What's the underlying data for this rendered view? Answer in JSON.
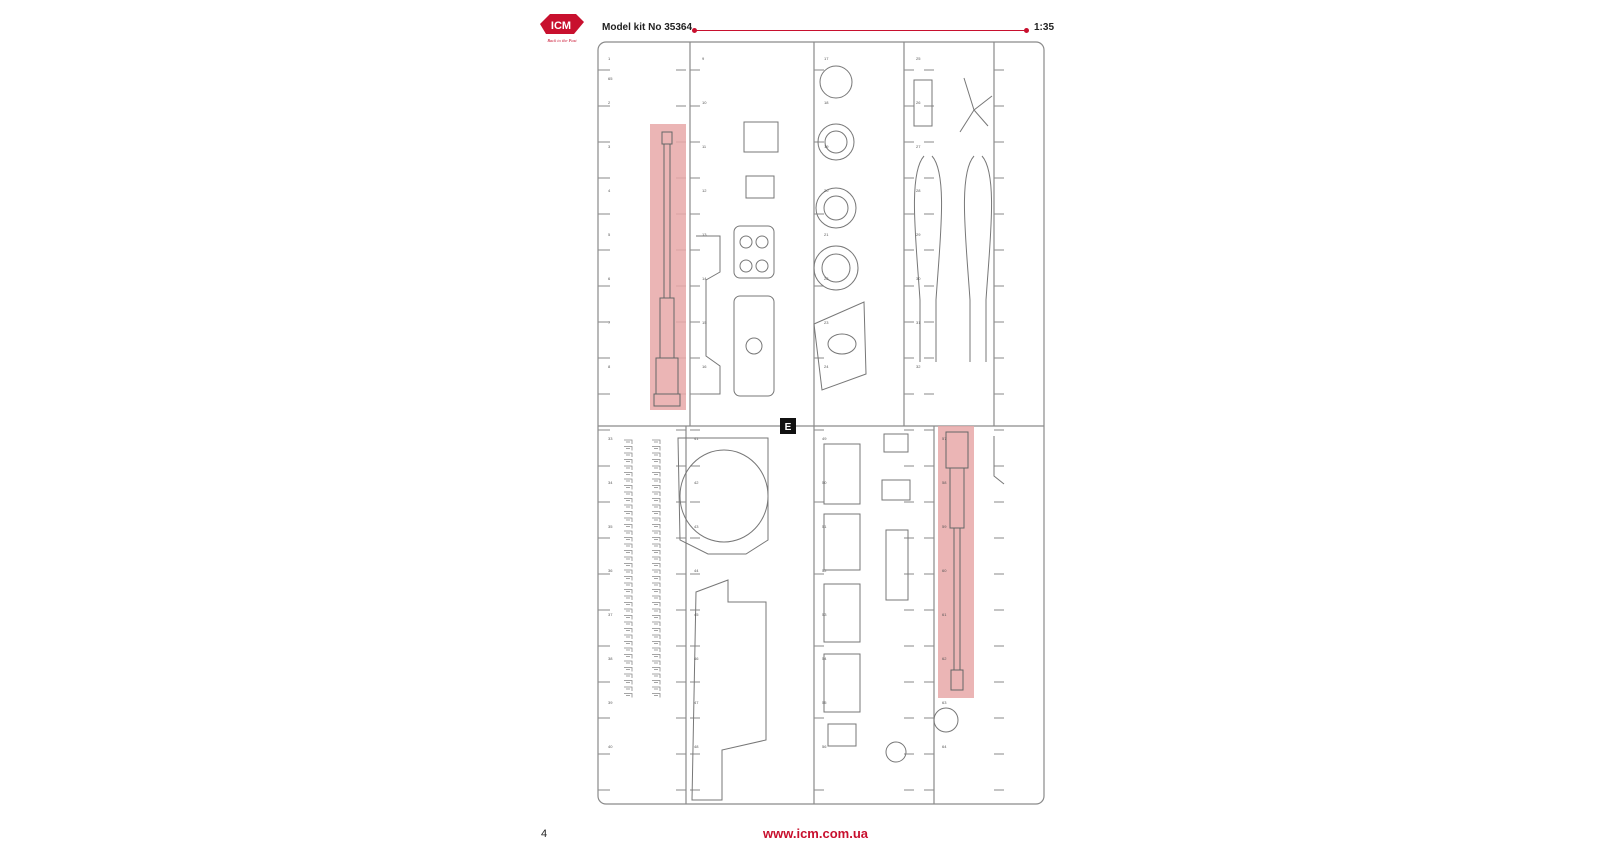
{
  "header": {
    "logo_text": "ICM",
    "logo_tagline": "Back to the Past",
    "kit_title": "Model kit No 35364",
    "scale": "1:35"
  },
  "sprue": {
    "label": "E",
    "part_numbers": [
      "1",
      "2",
      "3",
      "4",
      "5",
      "6",
      "7",
      "8",
      "9",
      "10",
      "11",
      "12",
      "13",
      "14",
      "15",
      "16",
      "17",
      "18",
      "19",
      "20",
      "21",
      "22",
      "23",
      "24",
      "25",
      "26",
      "27",
      "28",
      "29",
      "30",
      "31",
      "32",
      "33",
      "34",
      "35",
      "36",
      "37",
      "38",
      "39",
      "40",
      "41",
      "42",
      "43",
      "44",
      "45",
      "46",
      "47",
      "48",
      "49",
      "50",
      "51",
      "52",
      "53",
      "54",
      "55",
      "56",
      "57",
      "58",
      "59",
      "60",
      "61",
      "62",
      "63",
      "64",
      "65"
    ],
    "highlight_color": "#e8a8a8",
    "line_color": "#777777"
  },
  "footer": {
    "page_number": "4",
    "website": "www.icm.com.ua"
  },
  "colors": {
    "brand_red": "#c8102e",
    "text": "#222222"
  }
}
